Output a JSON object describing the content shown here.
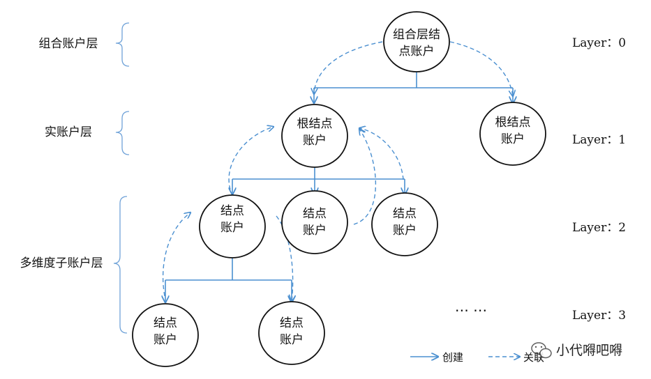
{
  "tiers": [
    {
      "label": "组合账户层"
    },
    {
      "label": "实账户层"
    },
    {
      "label": "多维度子账户层"
    }
  ],
  "layers": [
    {
      "label": "Layer：0"
    },
    {
      "label": "Layer：1"
    },
    {
      "label": "Layer：2"
    },
    {
      "label": "Layer：3"
    }
  ],
  "nodes": {
    "portfolio_root": {
      "line1": "组合层结",
      "line2": "点账户"
    },
    "root_a": {
      "line1": "根结点",
      "line2": "账户"
    },
    "root_b": {
      "line1": "根结点",
      "line2": "账户"
    },
    "l2_left": {
      "line1": "结点",
      "line2": "账户"
    },
    "l2_mid": {
      "line1": "结点",
      "line2": "账户"
    },
    "l2_right": {
      "line1": "结点",
      "line2": "账户"
    },
    "l3_left": {
      "line1": "结点",
      "line2": "账户"
    },
    "l3_right": {
      "line1": "结点",
      "line2": "账户"
    }
  },
  "ellipsis": "… …",
  "legend": {
    "create": "创建",
    "link": "关联"
  },
  "watermark": "小代嘚吧嘚",
  "colors": {
    "connector": "#4a8fd0",
    "node_border": "#111111"
  }
}
